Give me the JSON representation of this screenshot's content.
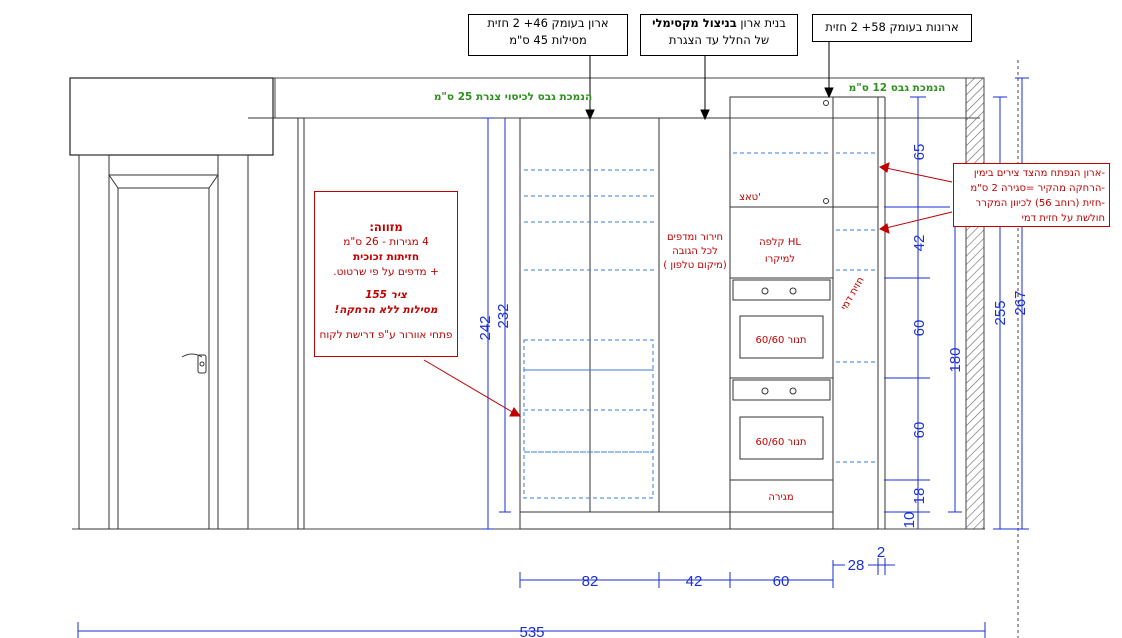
{
  "callouts": {
    "left": {
      "line1": "ארון בעומק 46+ 2 חזית",
      "line2": "מסילות 45 ס\"מ"
    },
    "center": {
      "line1_prefix": "בנית ארון ",
      "line1_bold": "בניצול מקסימלי",
      "line2": "של החלל עד הצגרת"
    },
    "right": {
      "line1": "ארונות בעומק 58+ 2 חזית"
    }
  },
  "labels": {
    "gypsum_left": "הנמכת גבס לכיסוי צנרת 25 ס\"מ",
    "gypsum_right": "הנמכת גבס 12 ס\"מ",
    "tzach": "טאצ'",
    "divider_line1": "חירור ומדפים",
    "divider_line2": "לכל הגובה",
    "divider_line3": "( מיקום טלפון)",
    "hl_line1": "קלפה HL",
    "hl_line2": "למיקרו",
    "oven_top": "תנור 60/60",
    "oven_bottom": "תנור 60/60",
    "drawer": "מגירה",
    "dummy_front": "חזית דמי"
  },
  "ac_note": {
    "title": "מזווה:",
    "line1": "4 מגירות - 26 ס\"מ",
    "line2": "חזיתות זכוכית",
    "line3": "+  מדפים על פי שרטוט.",
    "line4": "ציר 155",
    "line5": "מסילות ללא הרחקה!",
    "line6": "פתחי אוורור ע\"פ דרישת לקוח"
  },
  "right_note": {
    "line1": "-ארון הנפתח מהצד צירים בימין",
    "line2": "-הרחקה מהקיר =סגירה  2 ס\"מ",
    "line3": "-חזית  (רוחב 56) לכיוון המקרר",
    "line4": "חולשת על חזית דמי"
  },
  "dimensions": {
    "h_242": "242",
    "h_232": "232",
    "v_65": "65",
    "v_42": "42",
    "v_60a": "60",
    "v_60b": "60",
    "v_18": "18",
    "v_10": "10",
    "v_180": "180",
    "v_255": "255",
    "v_267": "267",
    "w_82": "82",
    "w_42": "42",
    "w_60": "60",
    "w_28": "28",
    "w_2": "2",
    "w_535": "535"
  },
  "colors": {
    "dimension": "#1a2fd6",
    "annotation": "#c00000",
    "green_label": "#2f8f1f",
    "hatch": "#666666"
  }
}
